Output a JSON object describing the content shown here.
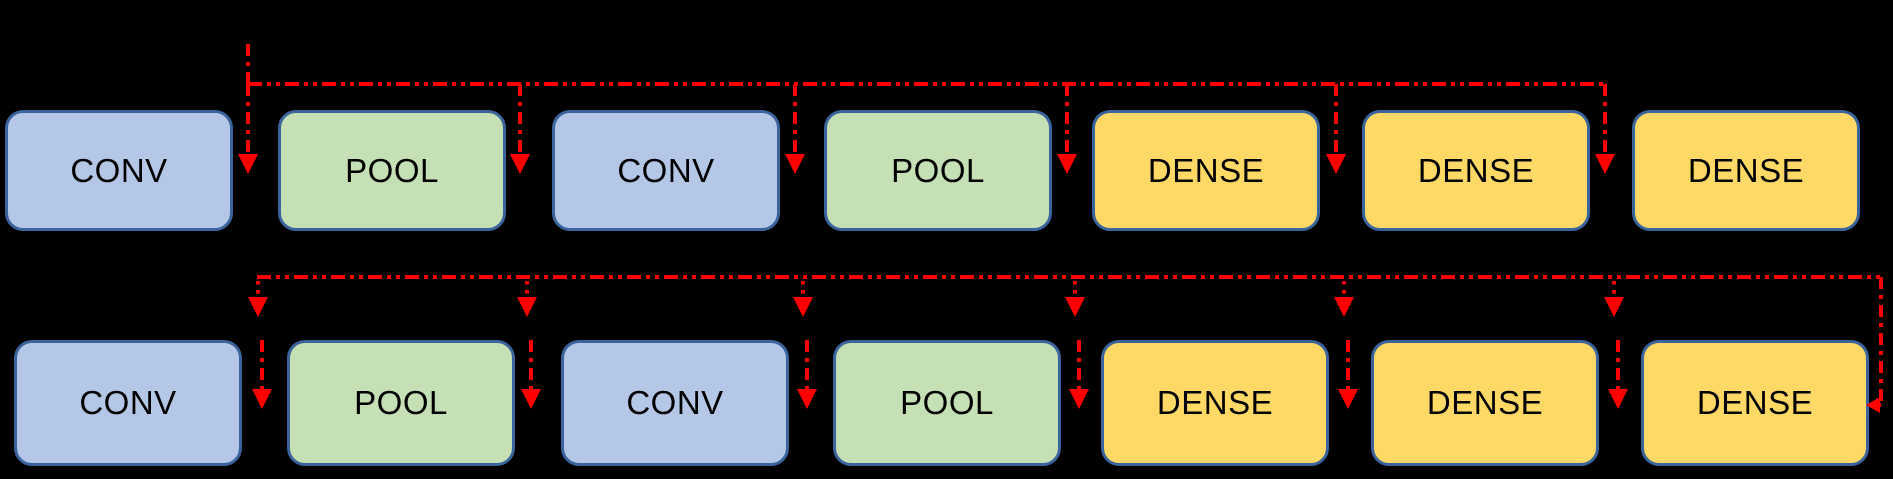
{
  "diagram": {
    "title": "CNN layer pipeline with red dashed insertion arrows",
    "background_color": "#000000",
    "arrow_color": "#ff0000",
    "block_border_color": "#3b639c",
    "block_text_color": "#000000",
    "block_types": {
      "conv": {
        "label": "CONV",
        "fill": "#b4c7e7"
      },
      "pool": {
        "label": "POOL",
        "fill": "#c5e0b4"
      },
      "dense": {
        "label": "DENSE",
        "fill": "#ffd966"
      }
    },
    "rows": [
      {
        "name": "row-1",
        "blocks": [
          {
            "label": "CONV",
            "type": "conv"
          },
          {
            "label": "POOL",
            "type": "pool"
          },
          {
            "label": "CONV",
            "type": "conv"
          },
          {
            "label": "POOL",
            "type": "pool"
          },
          {
            "label": "DENSE",
            "type": "dense"
          },
          {
            "label": "DENSE",
            "type": "dense"
          },
          {
            "label": "DENSE",
            "type": "dense"
          }
        ]
      },
      {
        "name": "row-2",
        "blocks": [
          {
            "label": "CONV",
            "type": "conv"
          },
          {
            "label": "POOL",
            "type": "pool"
          },
          {
            "label": "CONV",
            "type": "conv"
          },
          {
            "label": "POOL",
            "type": "pool"
          },
          {
            "label": "DENSE",
            "type": "dense"
          },
          {
            "label": "DENSE",
            "type": "dense"
          },
          {
            "label": "DENSE",
            "type": "dense"
          }
        ]
      }
    ]
  }
}
